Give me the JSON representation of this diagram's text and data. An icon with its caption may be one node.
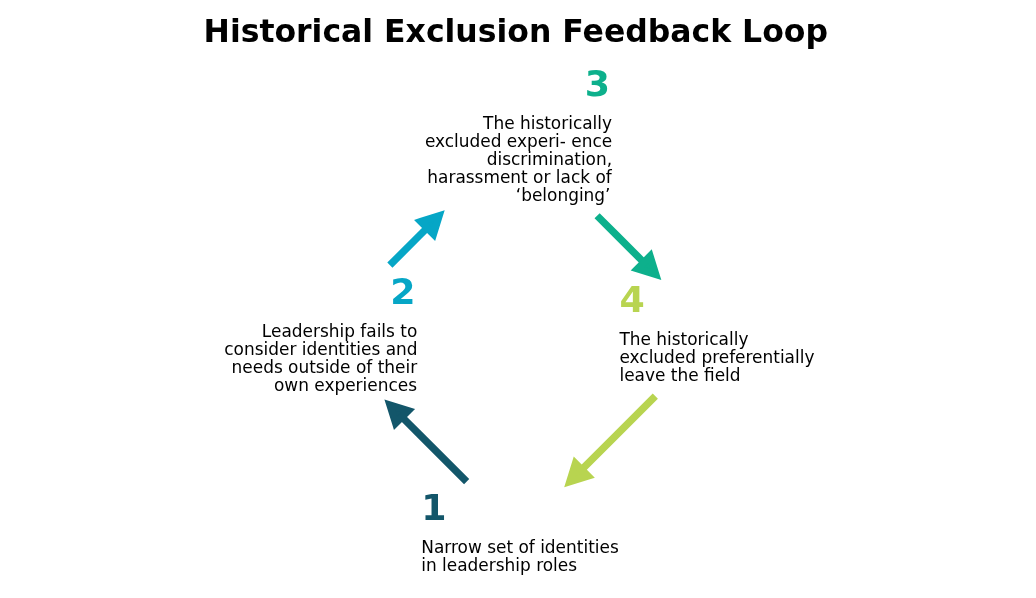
{
  "diagram": {
    "title": "Historical Exclusion Feedback Loop",
    "nodes": [
      {
        "text": [
          "1",
          "Narrow set of identities in leadership roles"
        ]
      },
      {
        "text": [
          "2",
          "Leadership fails to consider identities and needs outside of their own experiences"
        ]
      },
      {
        "text": [
          "3",
          "The historically excluded experi- ence discrimination, harassment or lack of ‘belonging’"
        ]
      },
      {
        "text": [
          "4",
          "The historically excluded preferentially leave the field"
        ]
      }
    ],
    "edges": [
      {
        "from": 0,
        "to": 1,
        "arrow": "to",
        "color": "#13566a"
      },
      {
        "from": 1,
        "to": 2,
        "arrow": "to",
        "color": "#06a6c6"
      },
      {
        "from": 2,
        "to": 3,
        "arrow": "to",
        "color": "#0db08c"
      },
      {
        "from": 3,
        "to": 0,
        "arrow": "to",
        "color": "#b8d450"
      }
    ]
  }
}
